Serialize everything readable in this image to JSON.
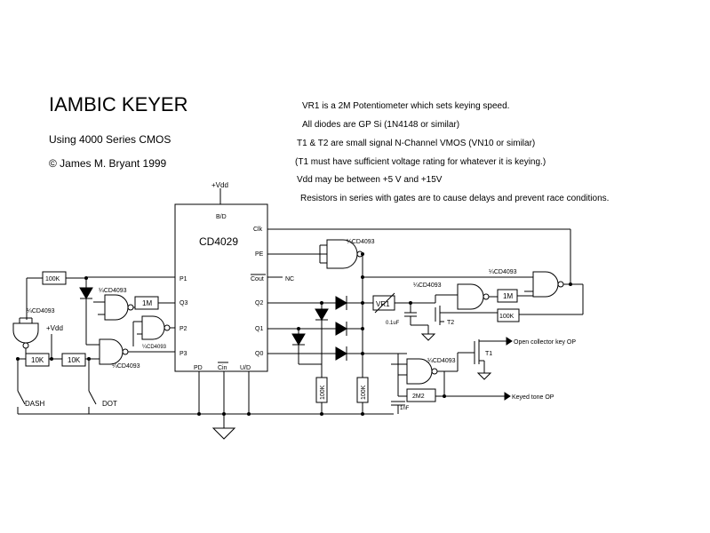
{
  "title": "IAMBIC KEYER",
  "subtitle": "Using 4000 Series CMOS",
  "copyright": "© James M. Bryant 1999",
  "notes": [
    "VR1 is a 2M Potentiometer which sets keying speed.",
    "All diodes are GP Si (1N4148 or similar)",
    "T1 & T2 are small signal N-Channel VMOS (VN10 or similar)",
    "(T1 must have sufficient voltage rating for whatever it is keying.)",
    "Vdd may be between +5 V and +15V",
    "Resistors in series with gates are to cause delays and prevent race conditions."
  ],
  "chip": {
    "name": "CD4029",
    "vdd": "+Vdd",
    "pins": {
      "bd": "B/D",
      "clk": "Clk",
      "pe": "PE",
      "cout": "Cout",
      "nc": "NC",
      "p1": "P1",
      "q3": "Q3",
      "p2": "P2",
      "p3": "P3",
      "q2": "Q2",
      "q1": "Q1",
      "q0": "Q0",
      "pd": "PD",
      "cin": "Cin",
      "ud": "U/D"
    }
  },
  "labels": {
    "gate": "¼CD4093",
    "gate_small": "¼CD4093",
    "r100k": "100K",
    "r10k_a": "10K",
    "r10k_b": "10K",
    "r1m_a": "1M",
    "r1m_b": "1M",
    "r100k_out": "100K",
    "r100k_v1": "100K",
    "r100k_v2": "100K",
    "r2m2": "2M2",
    "vdd_left": "+Vdd",
    "vr1": "VR1",
    "cap1": "0.1uF",
    "cap2": "1nF",
    "t1": "T1",
    "t2": "T2",
    "dash": "DASH",
    "dot": "DOT",
    "open_collector": "Open collector key OP",
    "keyed_tone": "Keyed tone OP"
  }
}
